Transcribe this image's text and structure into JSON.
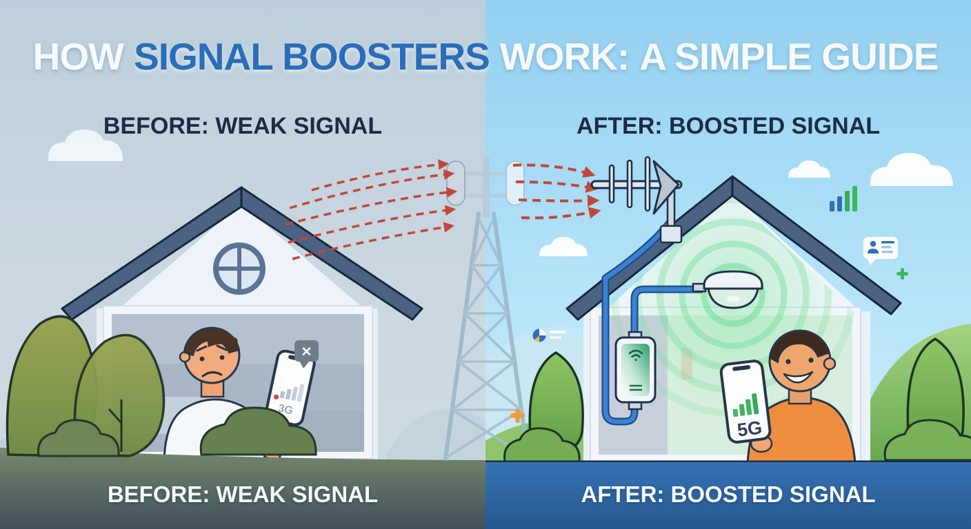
{
  "title": {
    "lead": "HOW",
    "highlight": "SIGNAL BOOSTERS",
    "mid": "WORK:",
    "tail": "A SIMPLE GUIDE"
  },
  "before": {
    "header": "BEFORE: WEAK SIGNAL",
    "caption": "BEFORE: WEAK SIGNAL",
    "phone_network": "3G"
  },
  "after": {
    "header": "AFTER: BOOSTED SIGNAL",
    "caption": "AFTER: BOOSTED SIGNAL",
    "phone_network": "5G"
  },
  "icons": {
    "close_glyph": "✕",
    "weak_signal_icon": "gray-bars-with-red-dot",
    "strong_signal_icon": "green-bars",
    "floating_bars_icon": "blue-green-signal-bars",
    "contact_card_icon": "person-with-text-lines",
    "pie_icon": "pie-chart-with-lines",
    "wifi_icon": "wifi-arcs",
    "plus_green": "+",
    "plus_orange": "+"
  },
  "colors": {
    "accent_blue": "#2a6db8",
    "signal_green": "#3eb45f",
    "arrow_red": "#c2473a",
    "cable_blue": "#2f74c4",
    "roof_slate": "#4b6283",
    "before_ground_top": "#76886c",
    "before_ground_bottom": "#414f5a",
    "after_footer": "#2f6bab"
  }
}
